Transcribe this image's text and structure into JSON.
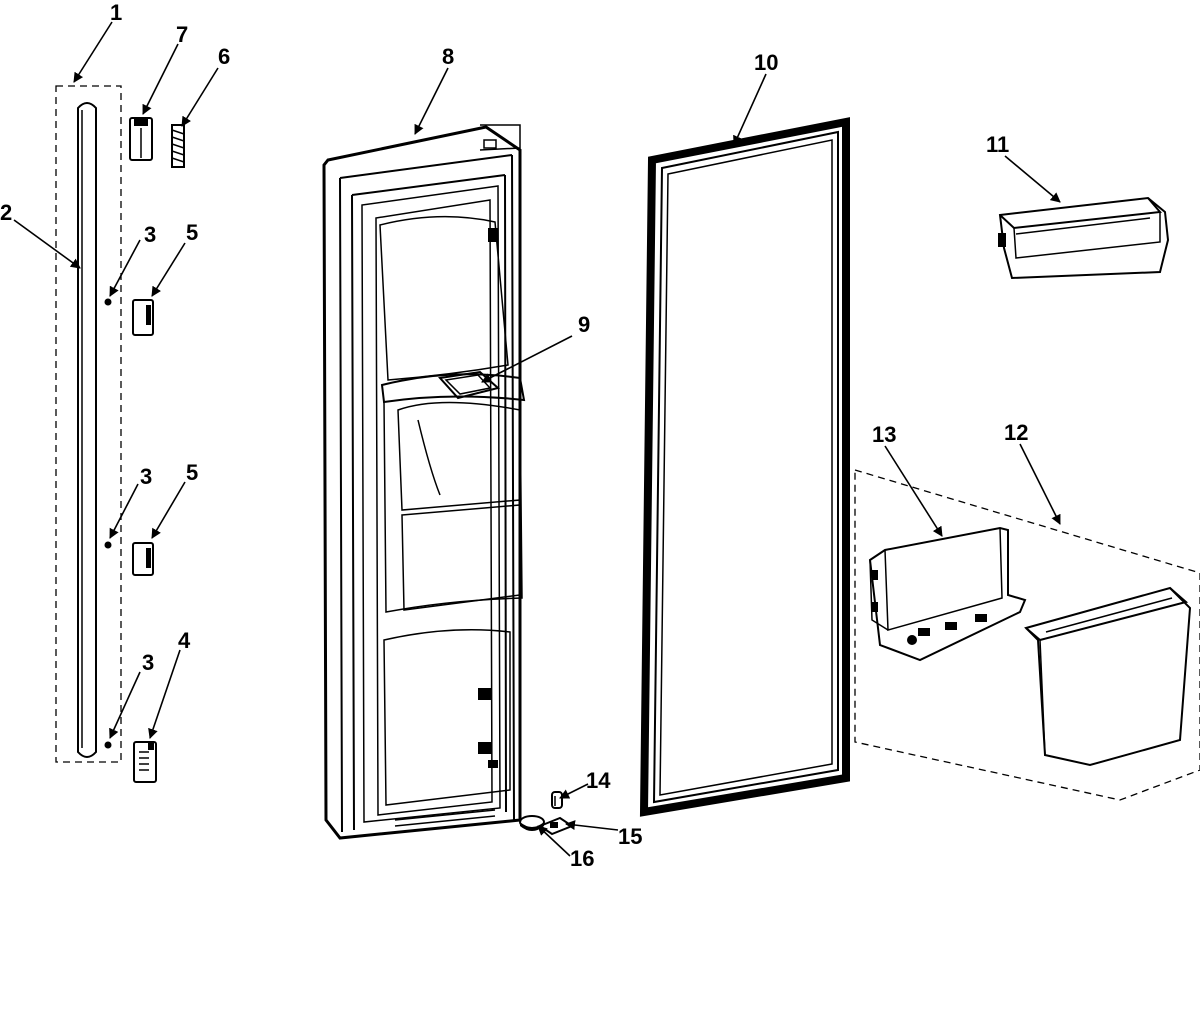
{
  "diagram": {
    "callouts": {
      "c1": "1",
      "c2": "2",
      "c3a": "3",
      "c3b": "3",
      "c3c": "3",
      "c4": "4",
      "c5a": "5",
      "c5b": "5",
      "c6": "6",
      "c7": "7",
      "c8": "8",
      "c9": "9",
      "c10": "10",
      "c11": "11",
      "c12": "12",
      "c13": "13",
      "c14": "14",
      "c15": "15",
      "c16": "16"
    }
  }
}
